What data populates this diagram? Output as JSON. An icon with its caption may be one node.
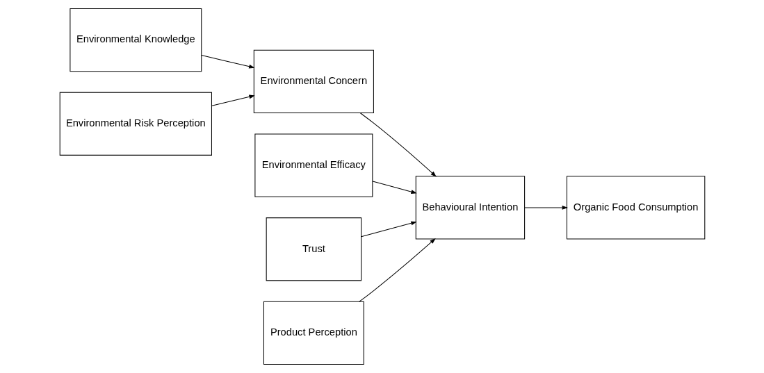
{
  "diagram": {
    "nodes": [
      {
        "text": [
          "Environmental Knowledge"
        ]
      },
      {
        "text": [
          "Environmental Risk Perception"
        ]
      },
      {
        "text": [
          "Environmental Concern"
        ]
      },
      {
        "text": [
          "Behavioural Intention"
        ]
      },
      {
        "text": [
          "Organic Food Consumption"
        ]
      },
      {
        "text": [
          "Environmental Efficacy"
        ]
      },
      {
        "text": [
          "Trust"
        ]
      },
      {
        "text": [
          "Product Perception"
        ]
      }
    ],
    "edges": [
      {
        "from": 0,
        "to": 2,
        "arrow": "to"
      },
      {
        "from": 1,
        "to": 2,
        "arrow": "to"
      },
      {
        "from": 2,
        "to": 3,
        "arrow": "to"
      },
      {
        "from": 3,
        "to": 4,
        "arrow": "to"
      },
      {
        "from": 5,
        "to": 3,
        "arrow": "to"
      },
      {
        "from": 6,
        "to": 3,
        "arrow": "to"
      },
      {
        "from": 7,
        "to": 3,
        "arrow": "to"
      }
    ]
  }
}
